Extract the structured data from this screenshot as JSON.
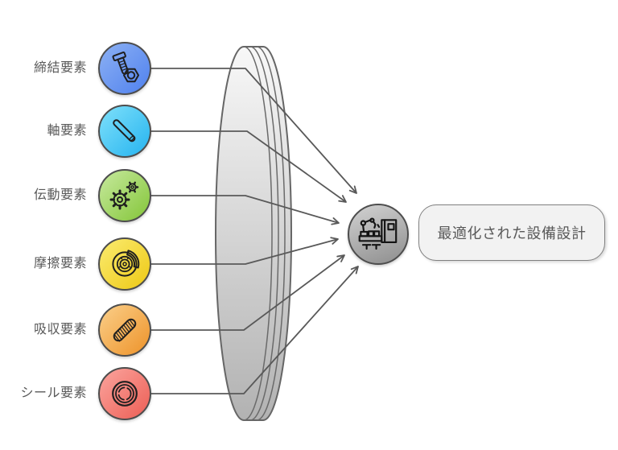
{
  "diagram": {
    "nodes": [
      {
        "label": "締結要素",
        "icon": "bolt-nut-icon",
        "color_light": "#85abf3",
        "color_dark": "#5787ef"
      },
      {
        "label": "軸要素",
        "icon": "shaft-icon",
        "color_light": "#74dbf9",
        "color_dark": "#30b9f1"
      },
      {
        "label": "伝動要素",
        "icon": "gears-icon",
        "color_light": "#bfe592",
        "color_dark": "#8cca45"
      },
      {
        "label": "摩擦要素",
        "icon": "brake-disc-icon",
        "color_light": "#f9e765",
        "color_dark": "#efcd20"
      },
      {
        "label": "吸収要素",
        "icon": "spring-icon",
        "color_light": "#f9c87e",
        "color_dark": "#ef9a35"
      },
      {
        "label": "シール要素",
        "icon": "o-ring-icon",
        "color_light": "#f99c95",
        "color_dark": "#ee675e"
      }
    ],
    "lens": {
      "fill_top": "#f8f8f8",
      "fill_bottom": "#b2b2b2",
      "stroke": "#666666"
    },
    "connector_color": "#595959",
    "text_color": "#595959",
    "result": {
      "icon": "factory-machine-icon",
      "circle_color_light": "#d2d2d2",
      "circle_color_dark": "#8e8e8e",
      "label": "最適化された設備設計"
    }
  }
}
